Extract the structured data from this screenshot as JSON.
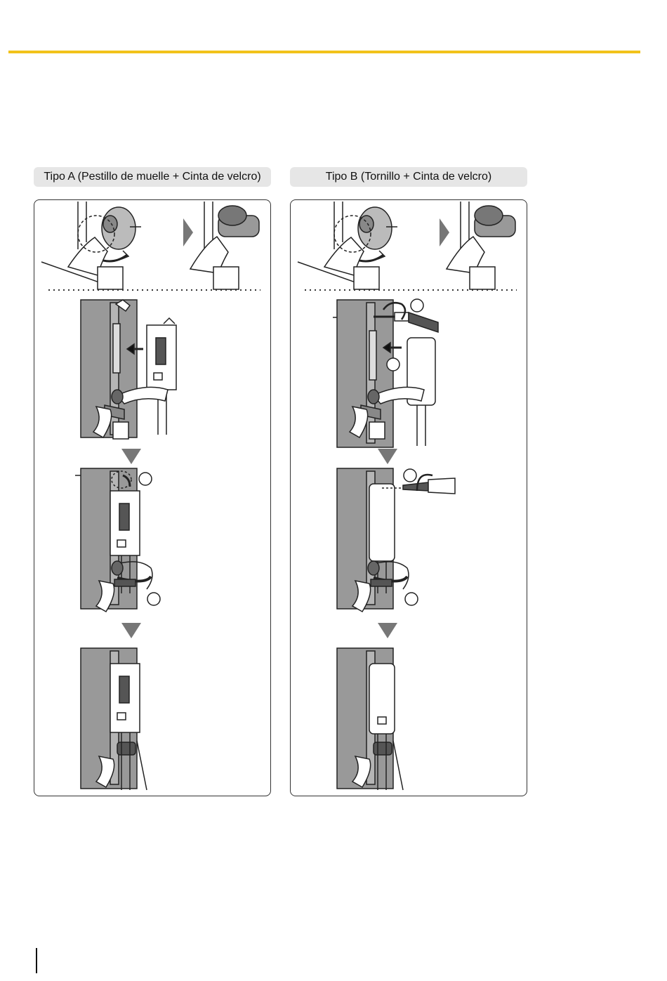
{
  "header": {
    "accent_color": "#f2c21a"
  },
  "tabs": {
    "type_a": {
      "label": "Tipo A (Pestillo de muelle + Cinta de velcro)"
    },
    "type_b": {
      "label": "Tipo B (Tornillo + Cinta de velcro)"
    }
  },
  "figure": {
    "type_a_steps": [
      "velcro-strap-setup",
      "connector-insert",
      "latch-and-strap",
      "completed"
    ],
    "type_b_steps": [
      "velcro-strap-setup",
      "connector-insert-with-screw",
      "screw-and-strap",
      "completed"
    ]
  }
}
